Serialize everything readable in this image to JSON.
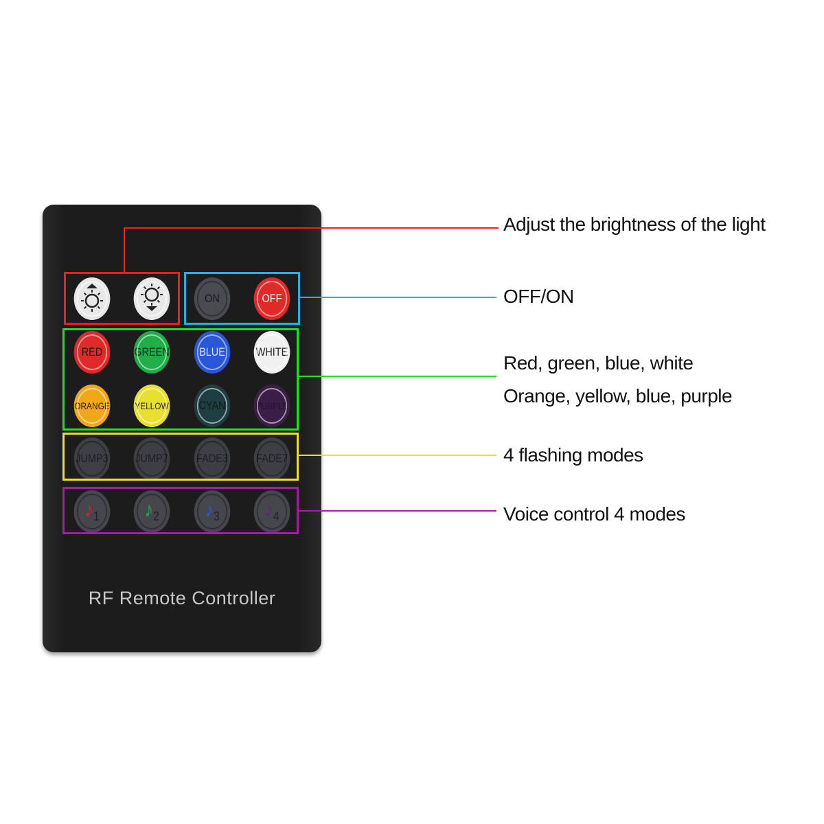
{
  "remote": {
    "label": "RF Remote Controller",
    "rows": [
      [
        {
          "label": "",
          "icon": "brightness-up-icon",
          "bg": "#e8e8e8",
          "fg": "#222"
        },
        {
          "label": "",
          "icon": "brightness-down-icon",
          "bg": "#e8e8e8",
          "fg": "#222"
        },
        {
          "label": "ON",
          "bg": "#4a4b50",
          "fg": "#1a1a1a"
        },
        {
          "label": "OFF",
          "bg": "#e02a2a",
          "fg": "#fff"
        }
      ],
      [
        {
          "label": "RED",
          "bg": "#e02a2a",
          "fg": "#1a1a1a"
        },
        {
          "label": "GREEN",
          "bg": "#1fae4a",
          "fg": "#0d2a12"
        },
        {
          "label": "BLUE",
          "bg": "#2a56d8",
          "fg": "#dfe8ff"
        },
        {
          "label": "WHITE",
          "bg": "#f0f0f0",
          "fg": "#222"
        }
      ],
      [
        {
          "label": "ORANGE",
          "bg": "#f0a818",
          "fg": "#2a1a00"
        },
        {
          "label": "YELLOW",
          "bg": "#e8e030",
          "fg": "#2a2a00"
        },
        {
          "label": "CYAN",
          "bg": "#1e3e42",
          "fg": "#0d1a1c"
        },
        {
          "label": "PURPLE",
          "bg": "#3a1e48",
          "fg": "#24102c"
        }
      ],
      [
        {
          "label": "JUMP3",
          "bg": "#3e3f44",
          "fg": "#1e1e20"
        },
        {
          "label": "JUMP7",
          "bg": "#3e3f44",
          "fg": "#1e1e20"
        },
        {
          "label": "FADE3",
          "bg": "#3e3f44",
          "fg": "#1e1e20"
        },
        {
          "label": "FADE7",
          "bg": "#3e3f44",
          "fg": "#1e1e20"
        }
      ],
      [
        {
          "label": "1",
          "icon": "music-note-icon",
          "note": "#e02020",
          "bg": "#46474c",
          "fg": "#222"
        },
        {
          "label": "2",
          "icon": "music-note-icon",
          "note": "#1fae4a",
          "bg": "#46474c",
          "fg": "#222"
        },
        {
          "label": "3",
          "icon": "music-note-icon",
          "note": "#2a56e8",
          "bg": "#46474c",
          "fg": "#222"
        },
        {
          "label": "4",
          "icon": "music-note-icon",
          "note": "#5a2a70",
          "bg": "#46474c",
          "fg": "#222"
        }
      ]
    ]
  },
  "annotations": {
    "brightness": {
      "text": "Adjust the brightness of the light",
      "color": "#ff1a1a"
    },
    "power": {
      "text": "OFF/ON",
      "color": "#1ab4e8"
    },
    "colors": {
      "text1": "Red, green, blue, white",
      "text2": "Orange, yellow, blue, purple",
      "color": "#22e022"
    },
    "flashing": {
      "text": "4 flashing modes",
      "color": "#f0e020"
    },
    "voice": {
      "text": "Voice control 4 modes",
      "color": "#a020a0"
    }
  }
}
